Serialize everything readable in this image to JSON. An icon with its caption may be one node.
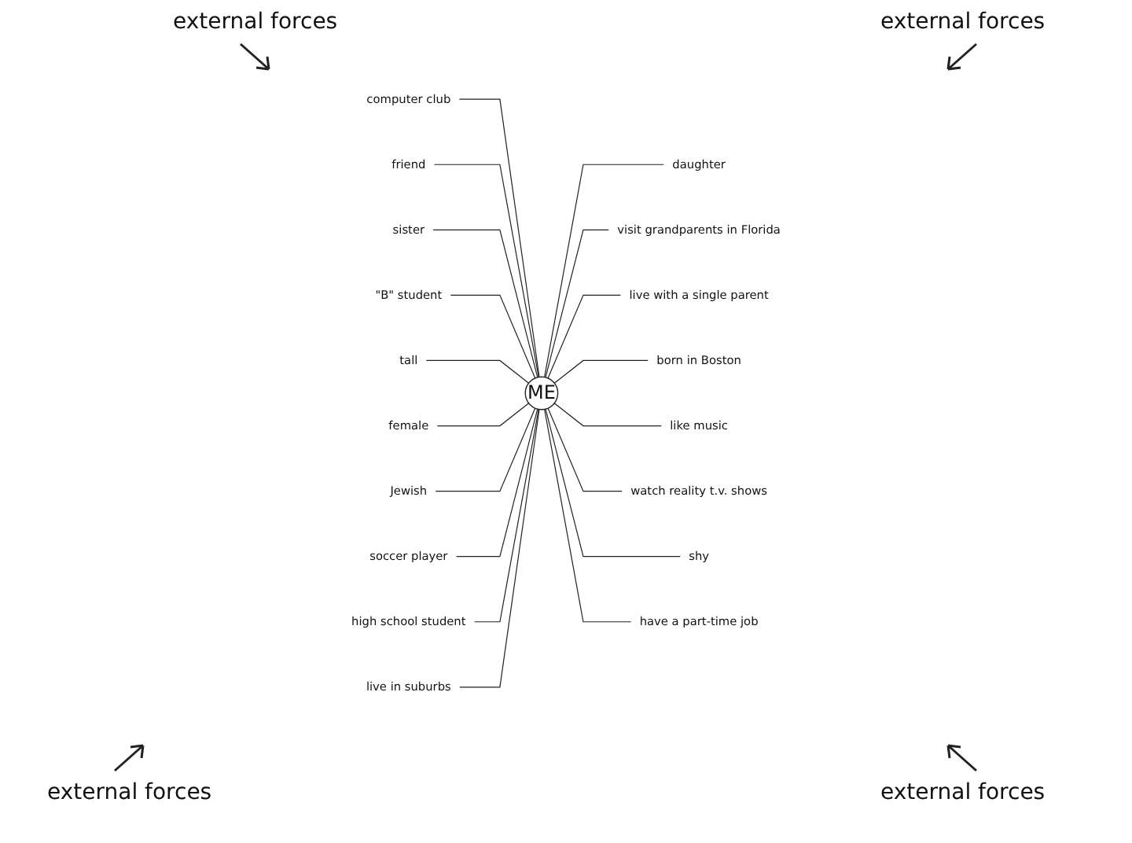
{
  "diagram": {
    "nodes": [
      {
        "text": [
          "ME"
        ]
      },
      {
        "text": [
          "computer club"
        ]
      },
      {
        "text": [
          "friend"
        ]
      },
      {
        "text": [
          "sister"
        ]
      },
      {
        "text": [
          "\"B\" student"
        ]
      },
      {
        "text": [
          "tall"
        ]
      },
      {
        "text": [
          "female"
        ]
      },
      {
        "text": [
          "Jewish"
        ]
      },
      {
        "text": [
          "soccer player"
        ]
      },
      {
        "text": [
          "high school student"
        ]
      },
      {
        "text": [
          "live in suburbs"
        ]
      },
      {
        "text": [
          "daughter"
        ]
      },
      {
        "text": [
          "visit grandparents in Florida"
        ]
      },
      {
        "text": [
          "live with a single parent"
        ]
      },
      {
        "text": [
          "born in Boston"
        ]
      },
      {
        "text": [
          "like music"
        ]
      },
      {
        "text": [
          "watch reality t.v. shows"
        ]
      },
      {
        "text": [
          "shy"
        ]
      },
      {
        "text": [
          "have a part-time job"
        ]
      }
    ],
    "edges": [
      {
        "from": 1,
        "to": 0,
        "arrow": "none"
      },
      {
        "from": 2,
        "to": 0,
        "arrow": "none"
      },
      {
        "from": 3,
        "to": 0,
        "arrow": "none"
      },
      {
        "from": 4,
        "to": 0,
        "arrow": "none"
      },
      {
        "from": 5,
        "to": 0,
        "arrow": "none"
      },
      {
        "from": 6,
        "to": 0,
        "arrow": "none"
      },
      {
        "from": 7,
        "to": 0,
        "arrow": "none"
      },
      {
        "from": 8,
        "to": 0,
        "arrow": "none"
      },
      {
        "from": 9,
        "to": 0,
        "arrow": "none"
      },
      {
        "from": 10,
        "to": 0,
        "arrow": "none"
      },
      {
        "from": 0,
        "to": 11,
        "arrow": "none"
      },
      {
        "from": 0,
        "to": 12,
        "arrow": "none"
      },
      {
        "from": 0,
        "to": 13,
        "arrow": "none"
      },
      {
        "from": 0,
        "to": 14,
        "arrow": "none"
      },
      {
        "from": 0,
        "to": 15,
        "arrow": "none"
      },
      {
        "from": 0,
        "to": 16,
        "arrow": "none"
      },
      {
        "from": 0,
        "to": 17,
        "arrow": "none"
      },
      {
        "from": 0,
        "to": 18,
        "arrow": "none"
      }
    ],
    "labels": [
      "external forces",
      "external forces",
      "external forces",
      "external forces"
    ]
  }
}
